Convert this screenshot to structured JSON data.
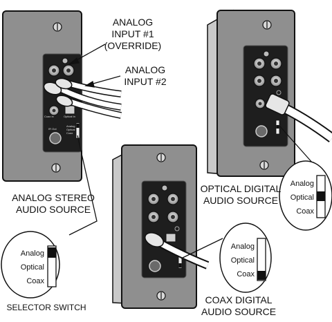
{
  "labels": {
    "analog_input_1": [
      "ANALOG",
      "INPUT #1",
      "(OVERRIDE)"
    ],
    "analog_input_2": [
      "ANALOG",
      "INPUT #2"
    ],
    "analog_stereo_source": [
      "ANALOG STEREO",
      "AUDIO SOURCE"
    ],
    "optical_digital_source": [
      "OPTICAL DIGITAL",
      "AUDIO SOURCE"
    ],
    "coax_digital_source": [
      "COAX DIGITAL",
      "AUDIO SOURCE"
    ],
    "selector_switch": "SELECTOR SWITCH"
  },
  "switch_options": [
    "Analog",
    "Optical",
    "Coax"
  ],
  "selector_positions": {
    "analog_setup": "Analog",
    "optical_setup": "Optical",
    "coax_setup": "Coax"
  },
  "panel_text": [
    "Coax In",
    "Optical In",
    "IR Out",
    "Analog",
    "Optical",
    "Coax"
  ],
  "colors": {
    "plate": "#8f8f8f",
    "recess": "#1e1e1e",
    "ink": "#111111",
    "paper": "#ffffff"
  }
}
